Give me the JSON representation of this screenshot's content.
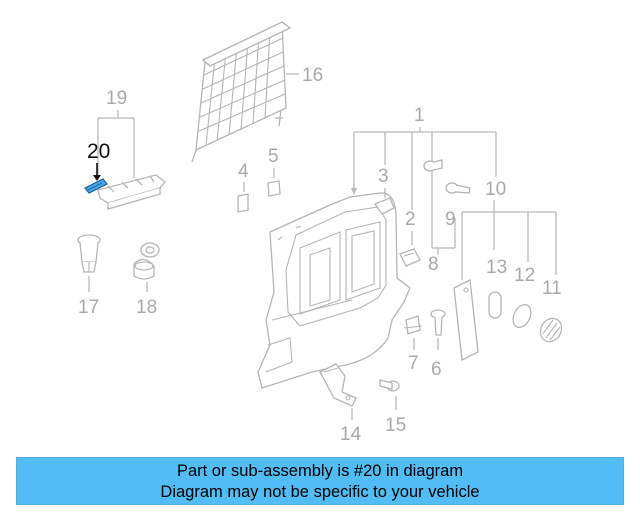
{
  "callouts": {
    "c1": "1",
    "c2": "2",
    "c3": "3",
    "c4": "4",
    "c5": "5",
    "c6": "6",
    "c7": "7",
    "c8": "8",
    "c9": "9",
    "c10": "10",
    "c11": "11",
    "c12": "12",
    "c13": "13",
    "c14": "14",
    "c15": "15",
    "c16": "16",
    "c17": "17",
    "c18": "18",
    "c19": "19",
    "c20": "20"
  },
  "highlighted_part": "20",
  "colors": {
    "banner_bg": "#52bcf5",
    "highlight_part": "#4aa6e8",
    "line_art": "#b5b5b5",
    "callout_text": "#a9a9a9"
  },
  "banner": {
    "line1": "Part or sub-assembly is #20 in diagram",
    "line2": "Diagram may not be specific to your vehicle"
  }
}
